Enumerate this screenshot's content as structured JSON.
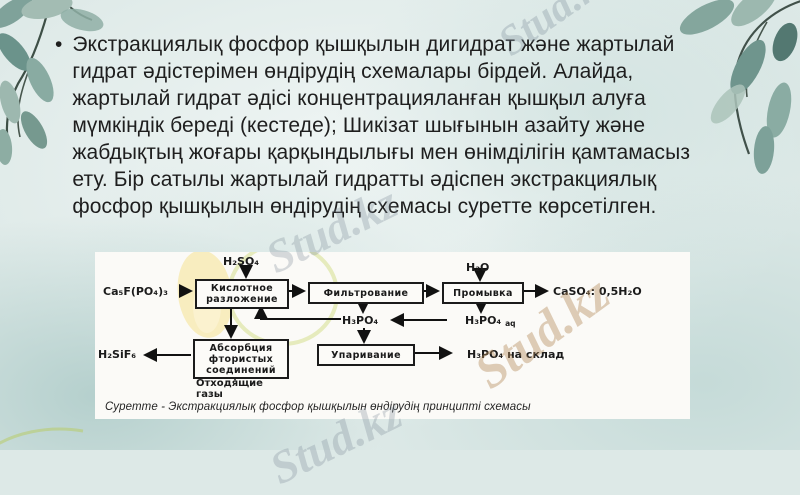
{
  "slide": {
    "bullet": "•",
    "paragraph_lines": [
      "Экстракциялық фосфор қышқылын дигидрат және жартылай",
      "гидрат әдістерімен өндірудің  схемалары бірдей. Алайда,",
      "жартылай гидрат әдісі концентрацияланған қышқыл алуға",
      "мүмкіндік береді (кестеде); Шикізат шығынын азайту және",
      "жабдықтың жоғары қарқындылығы мен өнімділігін қамтамасыз",
      "ету. Бір сатылы жартылай гидратты әдіспен экстракциялық",
      "фосфор қышқылын өндірудің схемасы суретте көрсетілген."
    ]
  },
  "figure": {
    "caption": "Суретте - Экстракциялық фосфор қышқылын өндірудің принципті схемасы",
    "inputs": {
      "h2so4": "H₂SO₄",
      "apatite": "Ca₅F(PO₄)₃",
      "water": "H₂O"
    },
    "boxes": {
      "acid_decomposition": "Кислотное\nразложение",
      "filtration": "Фильтрование",
      "washing": "Промывка",
      "absorption": "Абсорбция\nфтористых\nсоединений",
      "evaporation": "Упаривание"
    },
    "outputs": {
      "gypsum": "CaSO₄: 0,5H₂O",
      "h3po4": "H₃PO₄",
      "h3po4_aq_formula": "H₃PO₄",
      "h3po4_aq_sub": "aq",
      "h2sif6": "H₂SiF₆",
      "offgas": "Отходящие\nгазы",
      "to_storage": "H₃PO₄  на склад"
    },
    "edges": [
      {
        "from": "H₂SO₄",
        "to": "Кислотное разложение"
      },
      {
        "from": "Ca₅F(PO₄)₃",
        "to": "Кислотное разложение"
      },
      {
        "from": "Кислотное разложение",
        "to": "Фильтрование"
      },
      {
        "from": "Фильтрование",
        "to": "Промывка"
      },
      {
        "from": "H₂O",
        "to": "Промывка"
      },
      {
        "from": "Промывка",
        "to": "CaSO₄: 0,5H₂O"
      },
      {
        "from": "Промывка",
        "to": "H₃PO₄ aq"
      },
      {
        "from": "Фильтрование",
        "to": "H₃PO₄"
      },
      {
        "from": "H₃PO₄ aq",
        "to": "H₃PO₄"
      },
      {
        "from": "H₃PO₄",
        "to": "Кислотное разложение"
      },
      {
        "from": "H₃PO₄",
        "to": "Упаривание"
      },
      {
        "from": "Упаривание",
        "to": "H₃PO₄ на склад"
      },
      {
        "from": "Кислотное разложение",
        "to": "Абсорбция фтористых соединений"
      },
      {
        "from": "Абсорбция фтористых соединений",
        "to": "H₂SiF₆"
      },
      {
        "from": "Абсорбция фтористых соединений",
        "to": "Отходящие газы"
      }
    ]
  },
  "watermarks": {
    "brand": "Stud.kz",
    "brand_partial": "Stud.kz"
  },
  "colors": {
    "background_tint": "#dde9e7",
    "leaf_teal": "#6f958d",
    "panel_white": "#fbfaf7",
    "ink": "#1b1b1b",
    "watermark_tan": "#b28a5a"
  }
}
